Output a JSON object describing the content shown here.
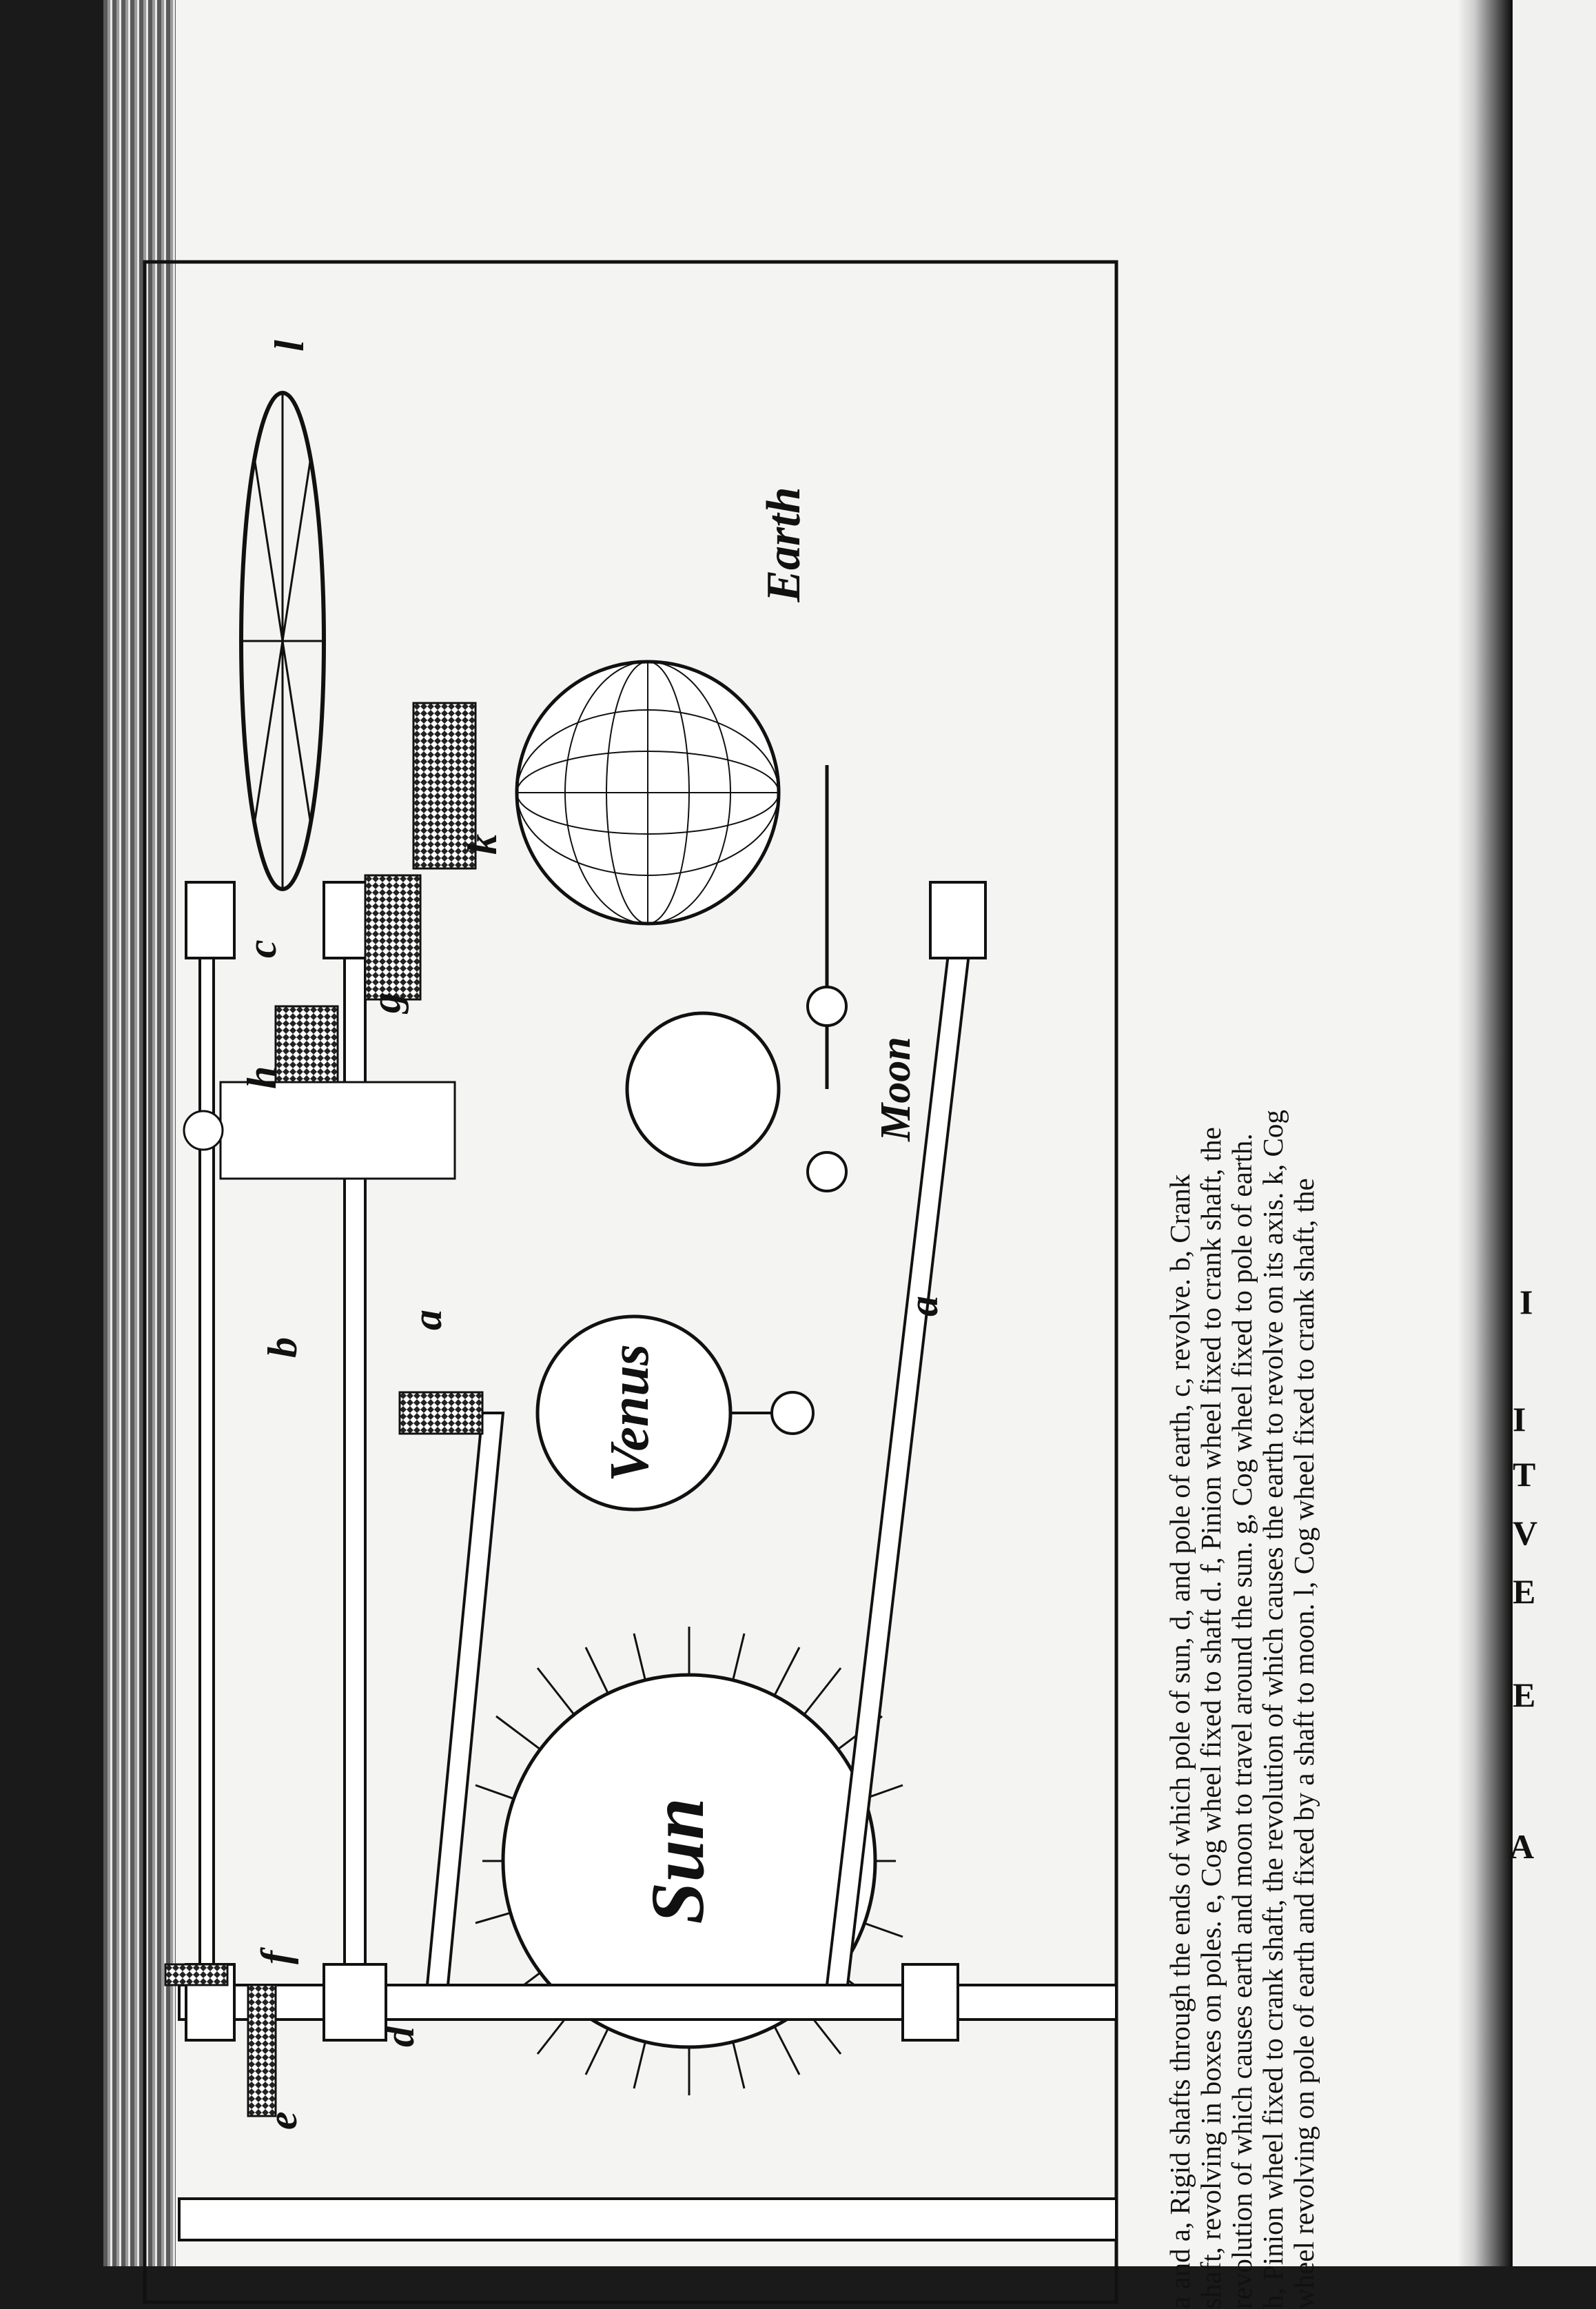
{
  "figure": {
    "bodies": {
      "sun": "Sun",
      "venus": "Venus",
      "moon": "Moon",
      "earth": "Earth"
    },
    "letters": {
      "a_top": "a",
      "a_bottom": "a",
      "b": "b",
      "c": "c",
      "d": "d",
      "e": "e",
      "f": "f",
      "g": "g",
      "h": "h",
      "k": "k",
      "l": "l"
    }
  },
  "caption": {
    "line1": "a and a, Rigid shafts through the ends of which pole of sun, d, and pole of earth, c, revolve.  b, Crank",
    "line2": "shaft, revolving in boxes on poles.  e, Cog wheel fixed to shaft d.  f, Pinion wheel fixed to crank shaft, the",
    "line3": "revolution of which causes earth and moon to travel around the sun.  g, Cog wheel fixed to pole of earth.",
    "line4": "h, Pinion wheel fixed to crank shaft, the revolution of which causes the earth to revolve on its axis.  k, Cog",
    "line5": "wheel revolving on pole of earth and fixed by a shaft to moon.  l, Cog wheel fixed to crank shaft, the"
  },
  "facing_page": {
    "letters": [
      "I",
      "I",
      "T",
      "V",
      "E",
      "E",
      "A"
    ]
  }
}
